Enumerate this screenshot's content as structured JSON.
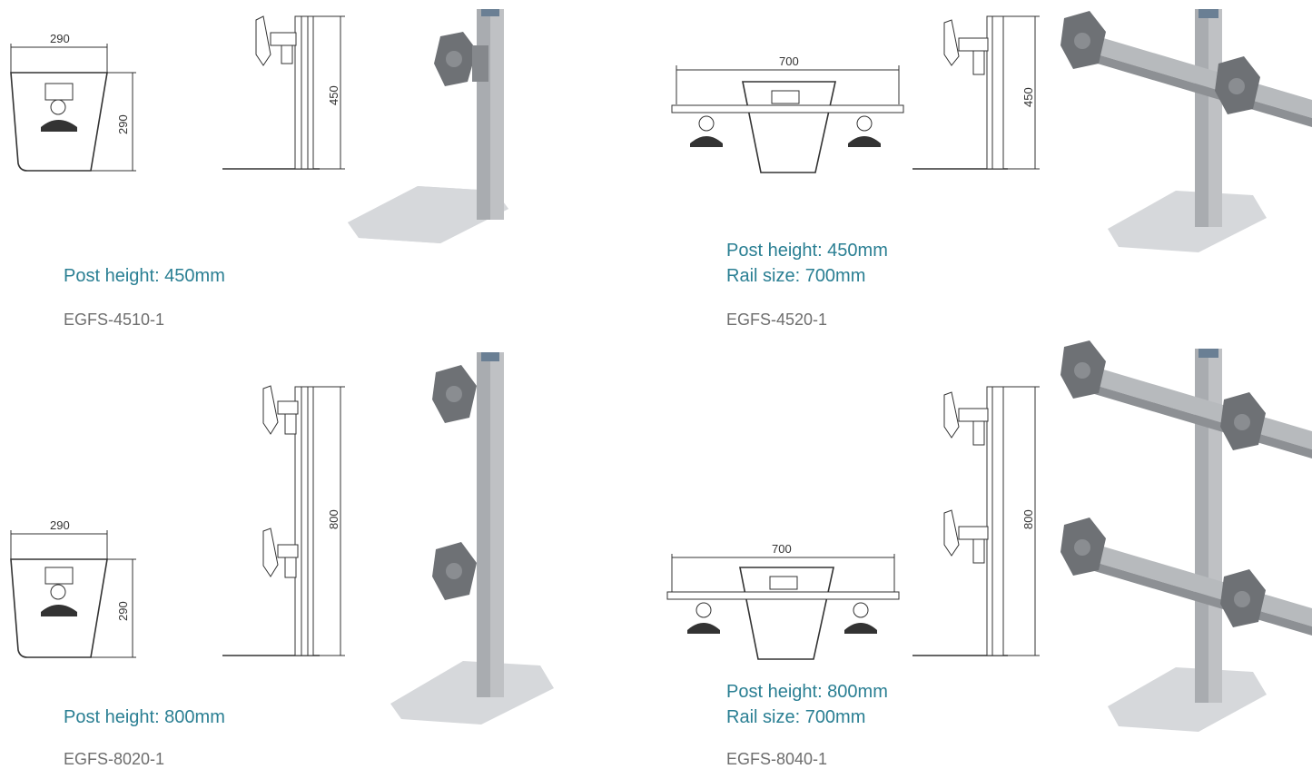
{
  "products": [
    {
      "spec_lines": [
        "Post height: 450mm"
      ],
      "model": "EGFS-4510-1",
      "dims": {
        "base_width": "290",
        "base_depth": "290",
        "post_height": "450"
      }
    },
    {
      "spec_lines": [
        "Post height: 450mm",
        "Rail size: 700mm"
      ],
      "model": "EGFS-4520-1",
      "dims": {
        "rail": "700",
        "post_height": "450"
      }
    },
    {
      "spec_lines": [
        "Post height: 800mm"
      ],
      "model": "EGFS-8020-1",
      "dims": {
        "base_width": "290",
        "base_depth": "290",
        "post_height": "800"
      }
    },
    {
      "spec_lines": [
        "Post height: 800mm",
        "Rail size: 700mm"
      ],
      "model": "EGFS-8040-1",
      "dims": {
        "rail": "700",
        "post_height": "800"
      }
    }
  ],
  "colors": {
    "spec_text": "#2a7f93",
    "model_text": "#6e6e6e",
    "drawing_line": "#333333",
    "render_metal": "#a9acb0",
    "render_base": "#d6d8db"
  }
}
